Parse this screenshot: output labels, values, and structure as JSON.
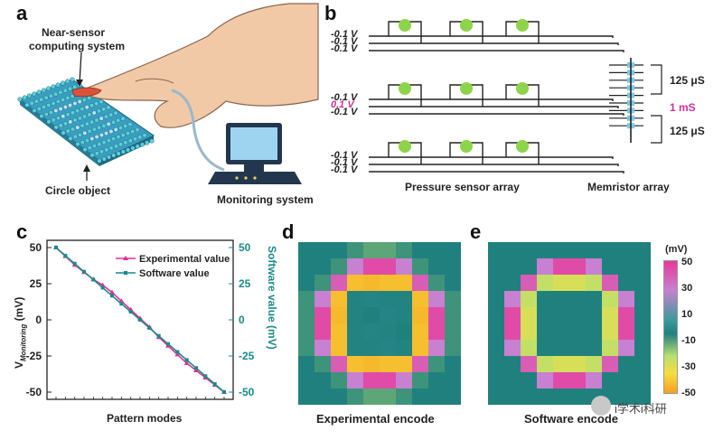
{
  "panels": {
    "a": {
      "letter": "a",
      "near_sensor_label_1": "Near-sensor",
      "near_sensor_label_2": "computing system",
      "circle_object_label": "Circle object",
      "monitoring_label": "Monitoring system"
    },
    "b": {
      "letter": "b",
      "voltages": [
        "-0.1 V",
        "-0.1 V",
        "-0.1 V",
        "-0.1 V",
        "0.1 V",
        "-0.1 V",
        "-0.1 V",
        "-0.1 V",
        "-0.1 V"
      ],
      "highlight_index": 4,
      "conductance_top": "125 μS",
      "conductance_mid": "1 mS",
      "conductance_bot": "125 μS",
      "sensor_array_label": "Pressure sensor array",
      "memristor_array_label": "Memristor array"
    },
    "c": {
      "letter": "c"
    },
    "d": {
      "letter": "d",
      "caption": "Experimental encode"
    },
    "e": {
      "letter": "e",
      "caption": "Software encode"
    },
    "colorbar": {
      "unit": "(mV)",
      "ticks": [
        "50",
        "30",
        "10",
        "-10",
        "-30",
        "-50"
      ]
    },
    "watermark": "i学术i科研"
  },
  "colors": {
    "sensor_green": "#8ed44a",
    "memristor_blue": "#7ec8e6",
    "experimental_pink": "#e0309a",
    "software_teal": "#1a8a8a",
    "highlight_text": "#d0309a"
  },
  "chart_data": {
    "type": "line",
    "xlabel": "Pattern modes",
    "ylabel": "V_Monitoring (mV)",
    "ylabel_main": "V",
    "ylabel_sub": "Monitoring",
    "ylabel_unit": " (mV)",
    "y2label": "Software value (mV)",
    "ylim": [
      -55,
      55
    ],
    "yticks": [
      50,
      25,
      0,
      -25,
      -50
    ],
    "x": [
      1,
      2,
      3,
      4,
      5,
      6,
      7,
      8,
      9,
      10,
      11,
      12,
      13,
      14,
      15,
      16,
      17,
      18,
      19
    ],
    "series": [
      {
        "name": "Experimental value",
        "color": "#e0309a",
        "values": [
          50,
          44,
          38,
          33,
          28,
          24,
          19,
          13,
          7,
          1,
          -5,
          -12,
          -18,
          -24,
          -30,
          -35,
          -40,
          -45,
          -50
        ]
      },
      {
        "name": "Software value",
        "color": "#1a8a8a",
        "values": [
          50,
          44.4,
          38.9,
          33.3,
          27.8,
          22.2,
          16.7,
          11.1,
          5.6,
          0,
          -5.6,
          -11.1,
          -16.7,
          -22.2,
          -27.8,
          -33.3,
          -38.9,
          -44.4,
          -50
        ]
      }
    ]
  },
  "heatmap_data": {
    "size": 10,
    "experimental": [
      [
        -10,
        -10,
        -10,
        -12,
        -14,
        -14,
        -12,
        -10,
        -10,
        -10
      ],
      [
        -10,
        -10,
        -12,
        30,
        45,
        45,
        30,
        -12,
        -10,
        -10
      ],
      [
        -10,
        -12,
        40,
        -40,
        -42,
        -40,
        -40,
        40,
        -12,
        -10
      ],
      [
        -12,
        30,
        -40,
        -8,
        -6,
        -8,
        -8,
        -40,
        30,
        -12
      ],
      [
        -12,
        45,
        -42,
        -8,
        -10,
        -6,
        -8,
        -42,
        45,
        -12
      ],
      [
        -12,
        45,
        -40,
        -8,
        -6,
        -8,
        -10,
        -40,
        45,
        -12
      ],
      [
        -12,
        30,
        -40,
        -8,
        -8,
        -6,
        -8,
        -40,
        30,
        -12
      ],
      [
        -10,
        -12,
        40,
        -40,
        -42,
        -40,
        -40,
        40,
        -12,
        -10
      ],
      [
        -10,
        -10,
        -12,
        30,
        45,
        45,
        30,
        -12,
        -10,
        -10
      ],
      [
        -10,
        -10,
        -10,
        -12,
        -14,
        -14,
        -12,
        -10,
        -10,
        -10
      ]
    ],
    "software": [
      [
        -10,
        -10,
        -10,
        -10,
        -10,
        -10,
        -10,
        -10,
        -10,
        -10
      ],
      [
        -10,
        -10,
        -10,
        30,
        45,
        45,
        30,
        -10,
        -10,
        -10
      ],
      [
        -10,
        -10,
        40,
        -22,
        -25,
        -25,
        -22,
        40,
        -10,
        -10
      ],
      [
        -10,
        30,
        -22,
        -10,
        -10,
        -10,
        -10,
        -22,
        30,
        -10
      ],
      [
        -10,
        45,
        -25,
        -10,
        -10,
        -10,
        -10,
        -25,
        45,
        -10
      ],
      [
        -10,
        45,
        -25,
        -10,
        -10,
        -10,
        -10,
        -25,
        45,
        -10
      ],
      [
        -10,
        30,
        -22,
        -10,
        -10,
        -10,
        -10,
        -22,
        30,
        -10
      ],
      [
        -10,
        -10,
        40,
        -22,
        -25,
        -25,
        -22,
        40,
        -10,
        -10
      ],
      [
        -10,
        -10,
        -10,
        30,
        45,
        45,
        30,
        -10,
        -10,
        -10
      ],
      [
        -10,
        -10,
        -10,
        -10,
        -10,
        -10,
        -10,
        -10,
        -10,
        -10
      ]
    ]
  }
}
